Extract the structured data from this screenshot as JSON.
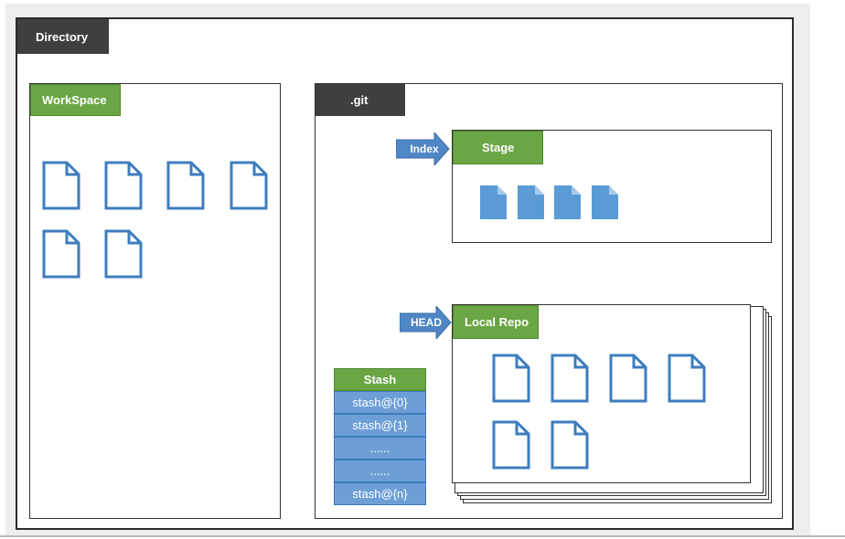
{
  "directory": {
    "label": "Directory"
  },
  "workspace": {
    "label": "WorkSpace",
    "file_count": 6
  },
  "git": {
    "label": ".git"
  },
  "stage": {
    "label": "Stage",
    "pointer": "Index",
    "file_count": 4
  },
  "local_repo": {
    "label": "Local Repo",
    "pointer": "HEAD",
    "file_count": 6
  },
  "stash": {
    "header": "Stash",
    "entries": [
      "stash@{0}",
      "stash@{1}",
      "......",
      "......",
      "stash@{n}"
    ]
  },
  "colors": {
    "green": "#6aa644",
    "dark": "#3f3f3f",
    "doc_outline": "#3d7dbf",
    "doc_fill": "#5b9bd5",
    "stash_cell": "#6d9fd6",
    "arrow": "#4f86c6"
  }
}
